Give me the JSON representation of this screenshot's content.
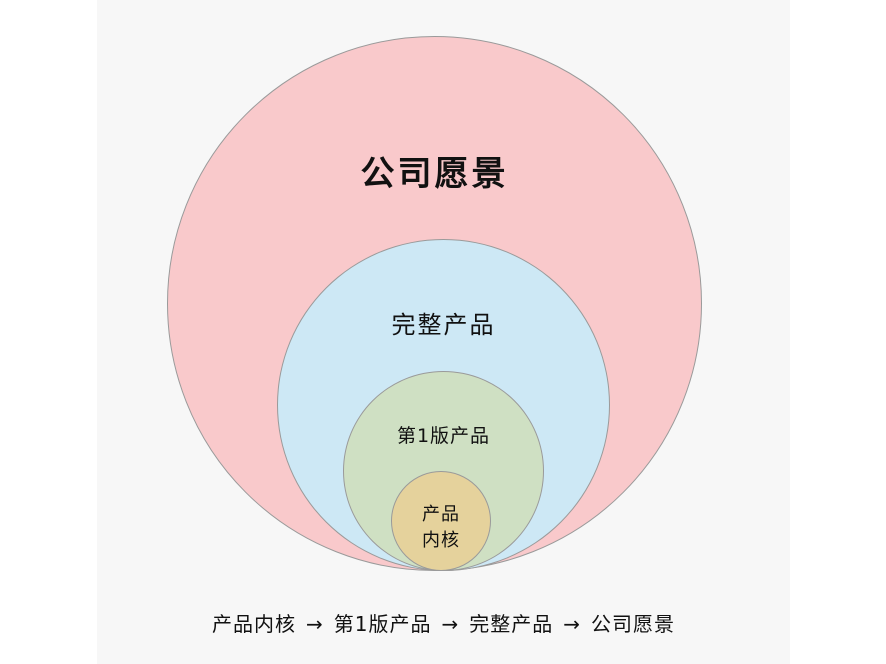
{
  "colors": {
    "background": "#f7f7f7",
    "outer_circle": "#f9c9cb",
    "second_circle": "#cde8f5",
    "third_circle": "#cfe0c3",
    "inner_circle": "#e5d29c"
  },
  "circles": {
    "outer": {
      "label": "公司愿景"
    },
    "second": {
      "label": "完整产品"
    },
    "third": {
      "label": "第1版产品"
    },
    "inner": {
      "line1": "产品",
      "line2": "内核"
    }
  },
  "caption": {
    "steps": [
      "产品内核",
      "第1版产品",
      "完整产品",
      "公司愿景"
    ],
    "arrow": "→"
  }
}
